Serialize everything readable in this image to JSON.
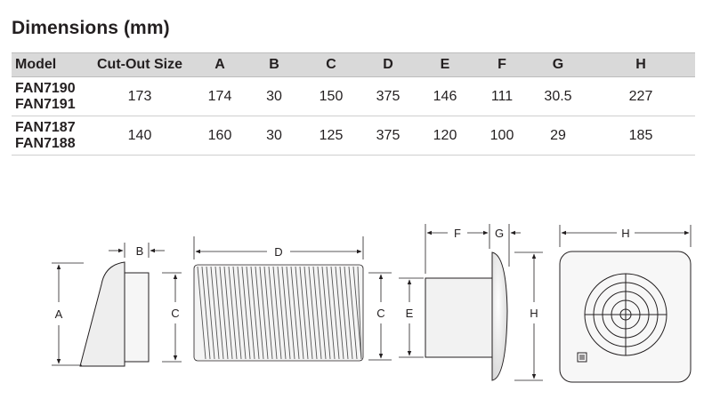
{
  "title": "Dimensions (mm)",
  "table": {
    "headers": [
      "Model",
      "Cut-Out Size",
      "A",
      "B",
      "C",
      "D",
      "E",
      "F",
      "G",
      "H"
    ],
    "rows": [
      {
        "models": [
          "FAN7190",
          "FAN7191"
        ],
        "cells": [
          "173",
          "174",
          "30",
          "150",
          "375",
          "146",
          "111",
          "30.5",
          "227"
        ]
      },
      {
        "models": [
          "FAN7187",
          "FAN7188"
        ],
        "cells": [
          "140",
          "160",
          "30",
          "125",
          "375",
          "120",
          "100",
          "29",
          "185"
        ]
      }
    ]
  },
  "diagram": {
    "labels": {
      "A": "A",
      "B": "B",
      "C1": "C",
      "D": "D",
      "C2": "C",
      "E": "E",
      "F": "F",
      "G": "G",
      "H1": "H",
      "H2": "H"
    }
  }
}
